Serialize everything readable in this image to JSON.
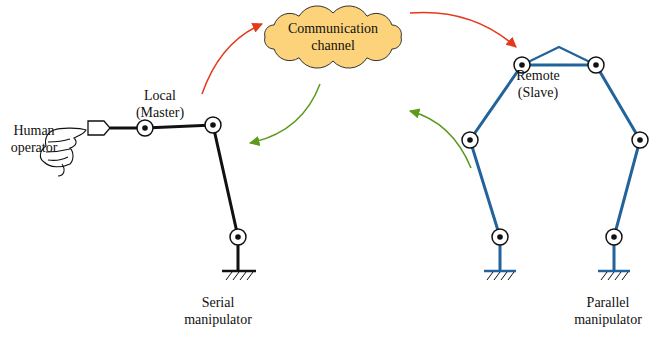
{
  "diagram": {
    "nodes": [
      {
        "text": [
          "Communication channel"
        ]
      }
    ],
    "labels": [
      "Human operator",
      "Local (Master)",
      "Serial manipulator",
      "Remote (Slave)",
      "Parallel manipulator"
    ]
  }
}
